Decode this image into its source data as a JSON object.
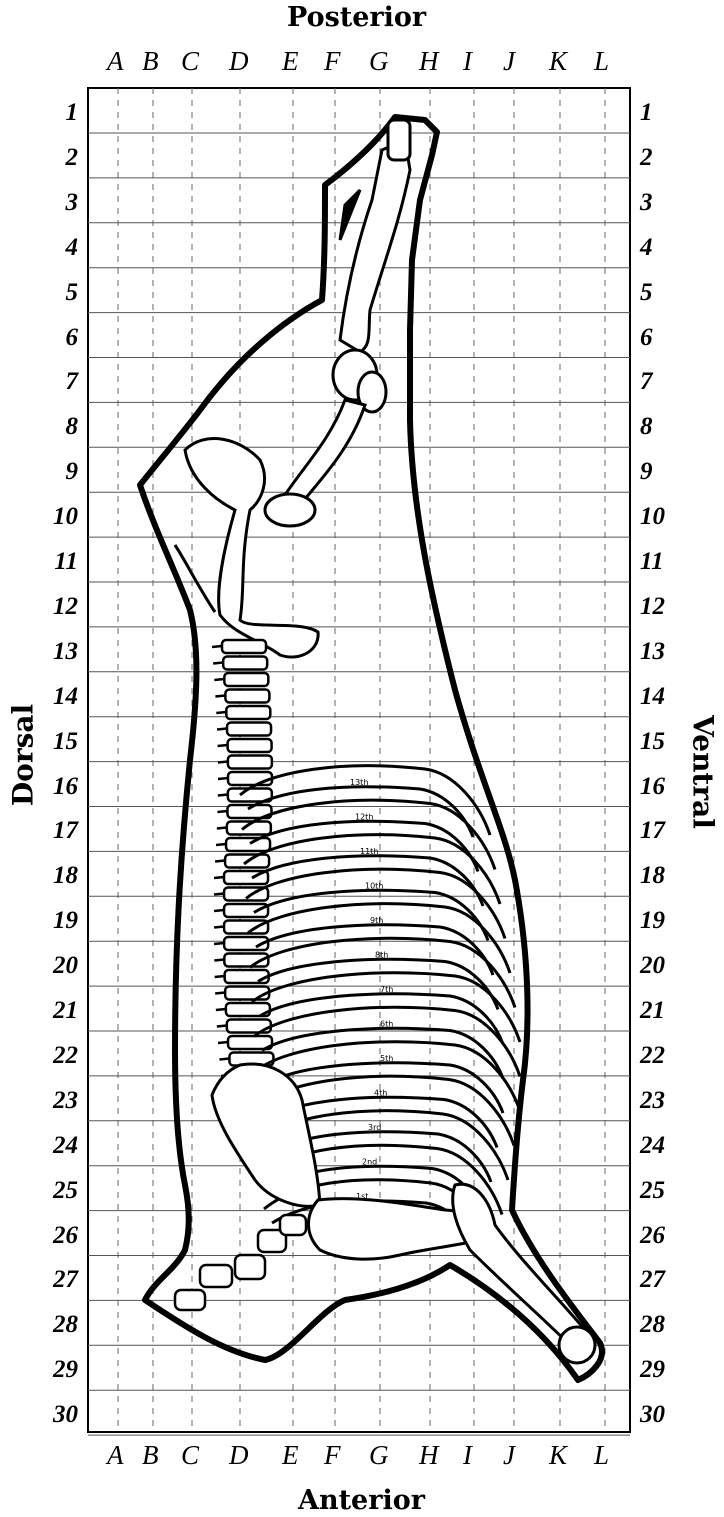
{
  "labels": {
    "top": "Posterior",
    "bottom": "Anterior",
    "left": "Dorsal",
    "right": "Ventral"
  },
  "columns": [
    "A",
    "B",
    "C",
    "D",
    "E",
    "F",
    "G",
    "H",
    "I",
    "J",
    "K",
    "L"
  ],
  "rows": [
    "1",
    "2",
    "3",
    "4",
    "5",
    "6",
    "7",
    "8",
    "9",
    "10",
    "11",
    "12",
    "13",
    "14",
    "15",
    "16",
    "17",
    "18",
    "19",
    "20",
    "21",
    "22",
    "23",
    "24",
    "25",
    "26",
    "27",
    "28",
    "29",
    "30"
  ],
  "ribs": [
    "13th",
    "12th",
    "11th",
    "10th",
    "9th",
    "8th",
    "7th",
    "6th",
    "5th",
    "4th",
    "3rd",
    "2nd",
    "1st"
  ],
  "colors": {
    "ink": "#000000",
    "grid": "#555555",
    "background": "#ffffff"
  }
}
